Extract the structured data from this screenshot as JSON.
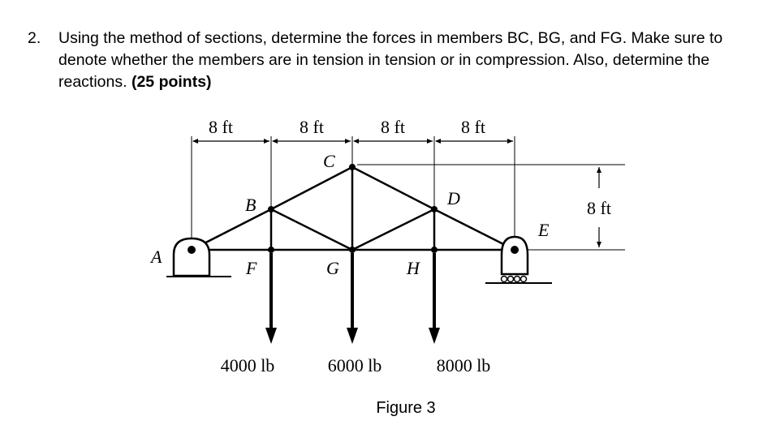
{
  "problem": {
    "number": "2.",
    "text": "Using the method of sections, determine the forces in members BC, BG, and FG. Make sure to denote whether the members are in tension in tension or in compression. Also, determine the reactions.",
    "points": "(25 points)"
  },
  "figure": {
    "span_labels": [
      "8 ft",
      "8 ft",
      "8 ft",
      "8 ft"
    ],
    "height_label": "8 ft",
    "joints": {
      "A": "A",
      "B": "B",
      "C": "C",
      "D": "D",
      "E": "E",
      "F": "F",
      "G": "G",
      "H": "H"
    },
    "loads": [
      "4000 lb",
      "6000 lb",
      "8000 lb"
    ],
    "caption": "Figure 3"
  }
}
